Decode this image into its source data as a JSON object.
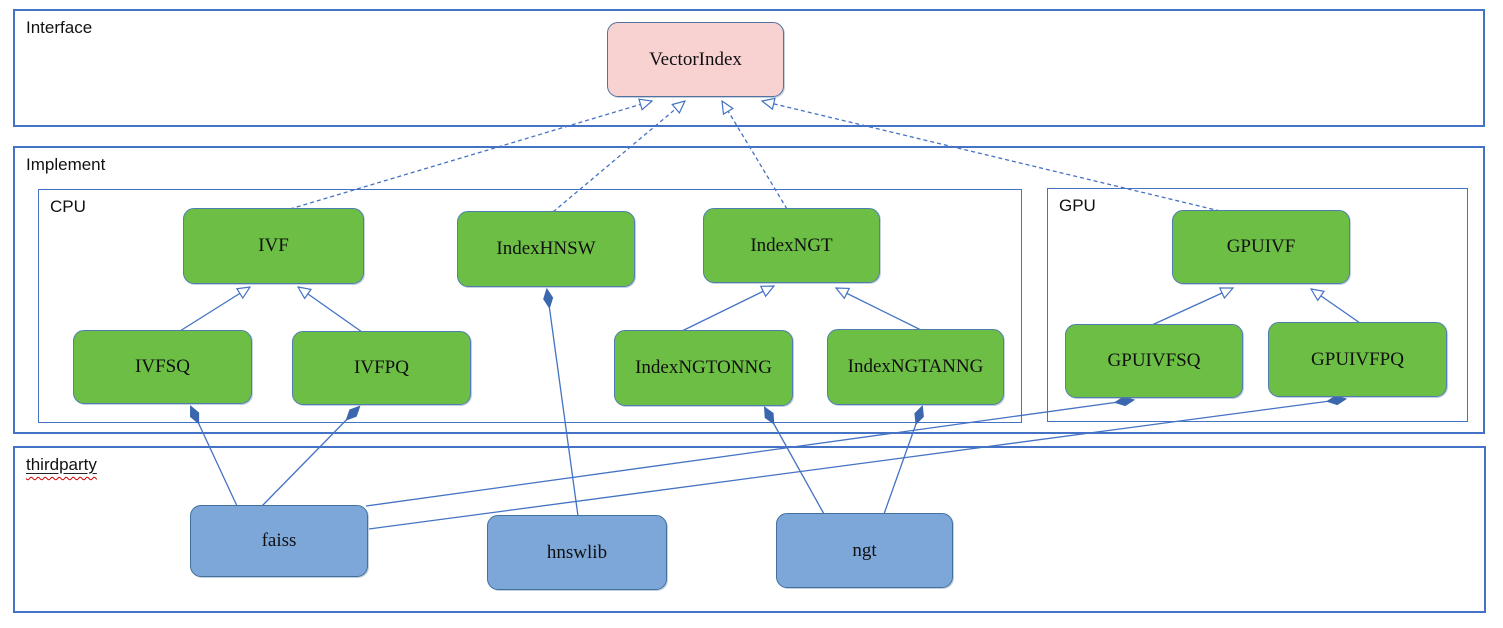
{
  "diagram": {
    "containers": {
      "interface": {
        "label": "Interface"
      },
      "implement": {
        "label": "Implement"
      },
      "cpu": {
        "label": "CPU"
      },
      "gpu": {
        "label": "GPU"
      },
      "thirdparty": {
        "label": "thirdparty"
      }
    },
    "nodes": {
      "vectorindex": {
        "label": "VectorIndex",
        "kind": "interface"
      },
      "ivf": {
        "label": "IVF",
        "kind": "cpu-class"
      },
      "indexhnsw": {
        "label": "IndexHNSW",
        "kind": "cpu-class"
      },
      "indexngt": {
        "label": "IndexNGT",
        "kind": "cpu-class"
      },
      "ivfsq": {
        "label": "IVFSQ",
        "kind": "cpu-class"
      },
      "ivfpq": {
        "label": "IVFPQ",
        "kind": "cpu-class"
      },
      "indexngtonng": {
        "label": "IndexNGTONNG",
        "kind": "cpu-class"
      },
      "indexngtanng": {
        "label": "IndexNGTANNG",
        "kind": "cpu-class"
      },
      "gpuivf": {
        "label": "GPUIVF",
        "kind": "gpu-class"
      },
      "gpuivfsq": {
        "label": "GPUIVFSQ",
        "kind": "gpu-class"
      },
      "gpuivfpq": {
        "label": "GPUIVFPQ",
        "kind": "gpu-class"
      },
      "faiss": {
        "label": "faiss",
        "kind": "thirdparty-lib"
      },
      "hnswlib": {
        "label": "hnswlib",
        "kind": "thirdparty-lib"
      },
      "ngt": {
        "label": "ngt",
        "kind": "thirdparty-lib"
      }
    },
    "edges": [
      {
        "from": "ivf",
        "to": "vectorindex",
        "type": "realization-dashed-hollow-arrow"
      },
      {
        "from": "indexhnsw",
        "to": "vectorindex",
        "type": "realization-dashed-hollow-arrow"
      },
      {
        "from": "indexngt",
        "to": "vectorindex",
        "type": "realization-dashed-hollow-arrow"
      },
      {
        "from": "gpuivf",
        "to": "vectorindex",
        "type": "realization-dashed-hollow-arrow"
      },
      {
        "from": "ivfsq",
        "to": "ivf",
        "type": "inheritance-hollow-arrow"
      },
      {
        "from": "ivfpq",
        "to": "ivf",
        "type": "inheritance-hollow-arrow"
      },
      {
        "from": "indexngtonng",
        "to": "indexngt",
        "type": "inheritance-hollow-arrow"
      },
      {
        "from": "indexngtanng",
        "to": "indexngt",
        "type": "inheritance-hollow-arrow"
      },
      {
        "from": "gpuivfsq",
        "to": "gpuivf",
        "type": "inheritance-hollow-arrow"
      },
      {
        "from": "gpuivfpq",
        "to": "gpuivf",
        "type": "inheritance-hollow-arrow"
      },
      {
        "from": "faiss",
        "to": "ivfsq",
        "type": "composition-filled-diamond"
      },
      {
        "from": "faiss",
        "to": "ivfpq",
        "type": "composition-filled-diamond"
      },
      {
        "from": "faiss",
        "to": "gpuivfsq",
        "type": "composition-filled-diamond"
      },
      {
        "from": "faiss",
        "to": "gpuivfpq",
        "type": "composition-filled-diamond"
      },
      {
        "from": "hnswlib",
        "to": "indexhnsw",
        "type": "composition-filled-diamond"
      },
      {
        "from": "ngt",
        "to": "indexngtonng",
        "type": "composition-filled-diamond"
      },
      {
        "from": "ngt",
        "to": "indexngtanng",
        "type": "composition-filled-diamond"
      }
    ],
    "colors": {
      "class_fill": "#6CBE45",
      "interface_fill": "#F8D1D1",
      "lib_fill": "#7DA7D9",
      "node_border": "#41719C",
      "container_border": "#4472C4",
      "connector": "#4472C4",
      "diamond_fill": "#3A67AD",
      "spellcheck_squiggle": "#CC0000",
      "label_text": "#111111"
    }
  }
}
